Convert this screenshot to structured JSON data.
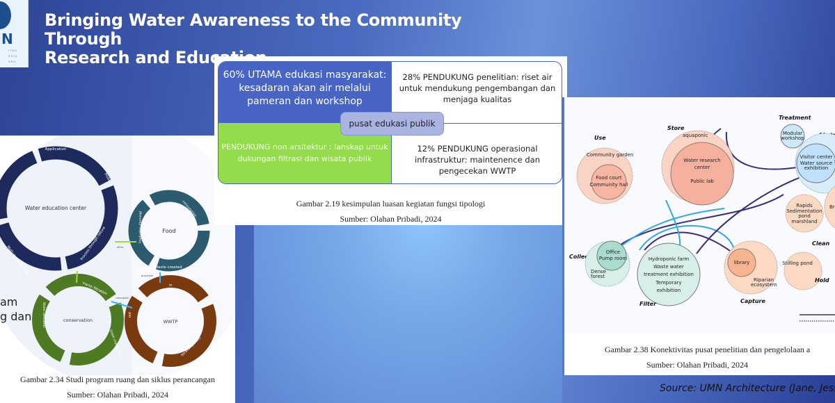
{
  "slide": {
    "title_line1": "Bringing Water Awareness to the Community Through",
    "title_line2": "Research and Education",
    "logo": {
      "letter": "N",
      "sub_lines": [
        "ITAG",
        "EDIA",
        "ARA"
      ]
    },
    "side_text": [
      "am",
      "g dan"
    ],
    "source": "Source: UMN Architecture (Jane, Jess"
  },
  "figure_219": {
    "top_left": "60% UTAMA edukasi masyarakat: kesadaran akan air melalui pameran dan workshop",
    "top_right": "28% PENDUKUNG penelitian: riset air untuk mendukung pengembangan dan menjaga kualitas",
    "bottom_left": "PENDUKUNG non arsitektur : lanskap untuk dukungan filtrasi dan wisata publik",
    "bottom_right": "12% PENDUKUNG operasional infrastruktur: maintenence dan pengecekan WWTP",
    "hub": "pusat edukasi publik",
    "caption": "Gambar 2.19 kesimpulan luasan kegiatan fungsi tipologi",
    "source": "Sumber: Olahan Pribadi, 2024",
    "colors": {
      "primary": "#4864c4",
      "green": "#93dc4c",
      "hub": "#a9b5e0"
    }
  },
  "figure_234": {
    "caption": "Gambar 2.34 Studi program ruang dan siklus perancangan",
    "source": "Sumber: Olahan Pribadi, 2024",
    "cycles": {
      "education": {
        "center": "Water education center",
        "segments": [
          "Application",
          "Problem",
          "Process through nature",
          "Multi-mode solution"
        ],
        "color": "#1f2a5c"
      },
      "food": {
        "center": "Food",
        "segments": [
          "consumption",
          "Waste created",
          "Production (farming)"
        ],
        "color": "#2c5a6e"
      },
      "conservation": {
        "center": "conservation",
        "segments": [
          "marsh filtration",
          "Grass channeling",
          "Water utilization"
        ],
        "color": "#4e7a24"
      },
      "wwtp": {
        "center": "WWTP",
        "segments": [
          "in",
          "filtration process",
          "out"
        ],
        "color": "#7a3a10"
      }
    },
    "connectors": [
      "effort",
      "inflow",
      "compost",
      "greywater",
      "cleanwater"
    ]
  },
  "figure_238": {
    "caption": "Gambar 2.38 Konektivitas pusat penelitian dan pengelolaan a",
    "source": "Sumber: Olahan Pribadi, 2024",
    "categories": [
      "Use",
      "Store",
      "Treatment",
      "Abstr",
      "Collect",
      "Filter",
      "Capture",
      "Clean",
      "Hold"
    ],
    "nodes": {
      "use_outer": "Community garden",
      "use_inner": [
        "Food court",
        "Community hall"
      ],
      "store_outer": "aquaponic",
      "store_inner": [
        "Water research",
        "center",
        "Public lab"
      ],
      "treatment": [
        "Modular",
        "workshop"
      ],
      "abstr_inner": [
        "Visitor center",
        "Water source",
        "exhibition"
      ],
      "abstr_side": "D",
      "brdw": "Brdw",
      "collect_inner": [
        "Office",
        "Pump room"
      ],
      "collect_outer": [
        "Dense",
        "forest"
      ],
      "filter": [
        "Hydroponic farm",
        "Waste water",
        "treatment exhibition",
        "Temporary",
        "exhibition"
      ],
      "capture_inner": "library",
      "capture_outer": [
        "Riparian",
        "ecosystem"
      ],
      "clean": [
        "Rapids",
        "Sedimentation",
        "pond",
        "marshland"
      ],
      "hold": "Stilling pond"
    }
  }
}
